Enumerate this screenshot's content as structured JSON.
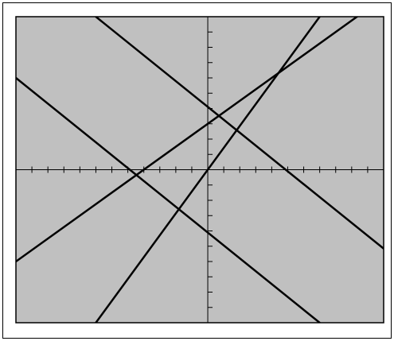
{
  "chart_data": {
    "type": "line",
    "title": "",
    "xlabel": "",
    "ylabel": "",
    "xlim": [
      -12,
      11
    ],
    "ylim": [
      -10,
      10
    ],
    "grid": false,
    "axis_ticks": {
      "x_step": 1,
      "y_step": 1
    },
    "series": [
      {
        "values": [
          [
            -7,
            -10
          ],
          [
            7,
            10
          ]
        ]
      },
      {
        "values": [
          [
            -12,
            -6
          ],
          [
            12,
            12
          ]
        ]
      },
      {
        "values": [
          [
            -12,
            6
          ],
          [
            7,
            -10
          ]
        ]
      },
      {
        "values": [
          [
            -7,
            10
          ],
          [
            12,
            -6
          ]
        ]
      }
    ],
    "colors": {
      "plot_background": "#c0c0c0",
      "line": "#000000",
      "axis": "#000000",
      "frame": "#000000",
      "page_background": "#ffffff"
    }
  }
}
